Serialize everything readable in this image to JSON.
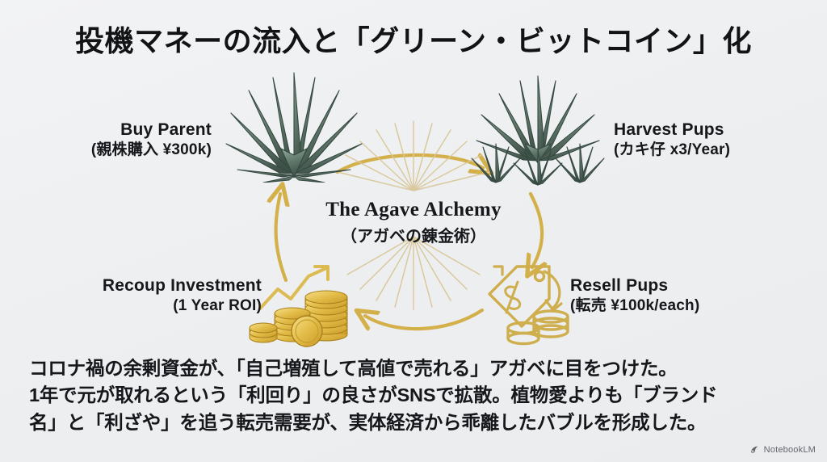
{
  "slide": {
    "title": "投機マネーの流入と「グリーン・ビットコイン」化",
    "background_color": "#eef0f2",
    "text_color": "#15171a",
    "accent_gold": "#d4b04a",
    "agave_green": "#5c7468"
  },
  "diagram": {
    "center": {
      "en": "The Agave Alchemy",
      "jp": "（アガベの錬金術）"
    },
    "nodes": [
      {
        "id": "buy-parent",
        "en": "Buy Parent",
        "jp": "(親株購入 ¥300k)",
        "icon": "agave-plant-icon"
      },
      {
        "id": "harvest-pups",
        "en": "Harvest Pups",
        "jp": "(カキ仔 x3/Year)",
        "icon": "agave-with-pups-icon"
      },
      {
        "id": "resell-pups",
        "en": "Resell Pups",
        "jp": "(転売 ¥100k/each)",
        "icon": "price-tag-coins-icon"
      },
      {
        "id": "recoup-investment",
        "en": "Recoup Investment",
        "jp": "(1 Year ROI)",
        "icon": "gold-coins-growth-icon"
      }
    ],
    "arrows": [
      {
        "id": "arrow-top",
        "direction": "left-to-right",
        "color": "#d4b04a"
      },
      {
        "id": "arrow-right",
        "direction": "downward",
        "color": "#d4b04a"
      },
      {
        "id": "arrow-bottom",
        "direction": "right-to-left",
        "color": "#d4b04a"
      },
      {
        "id": "arrow-left",
        "direction": "upward",
        "color": "#d4b04a"
      }
    ]
  },
  "caption": {
    "line1": "コロナ禍の余剰資金が、「自己増殖して高値で売れる」アガベに目をつけた。",
    "line2": "1年で元が取れるという「利回り」の良さがSNSで拡散。植物愛よりも「ブランド",
    "line3": "名」と「利ざや」を追う転売需要が、実体経済から乖離したバブルを形成した。"
  },
  "watermark": {
    "label": "NotebookLM"
  }
}
